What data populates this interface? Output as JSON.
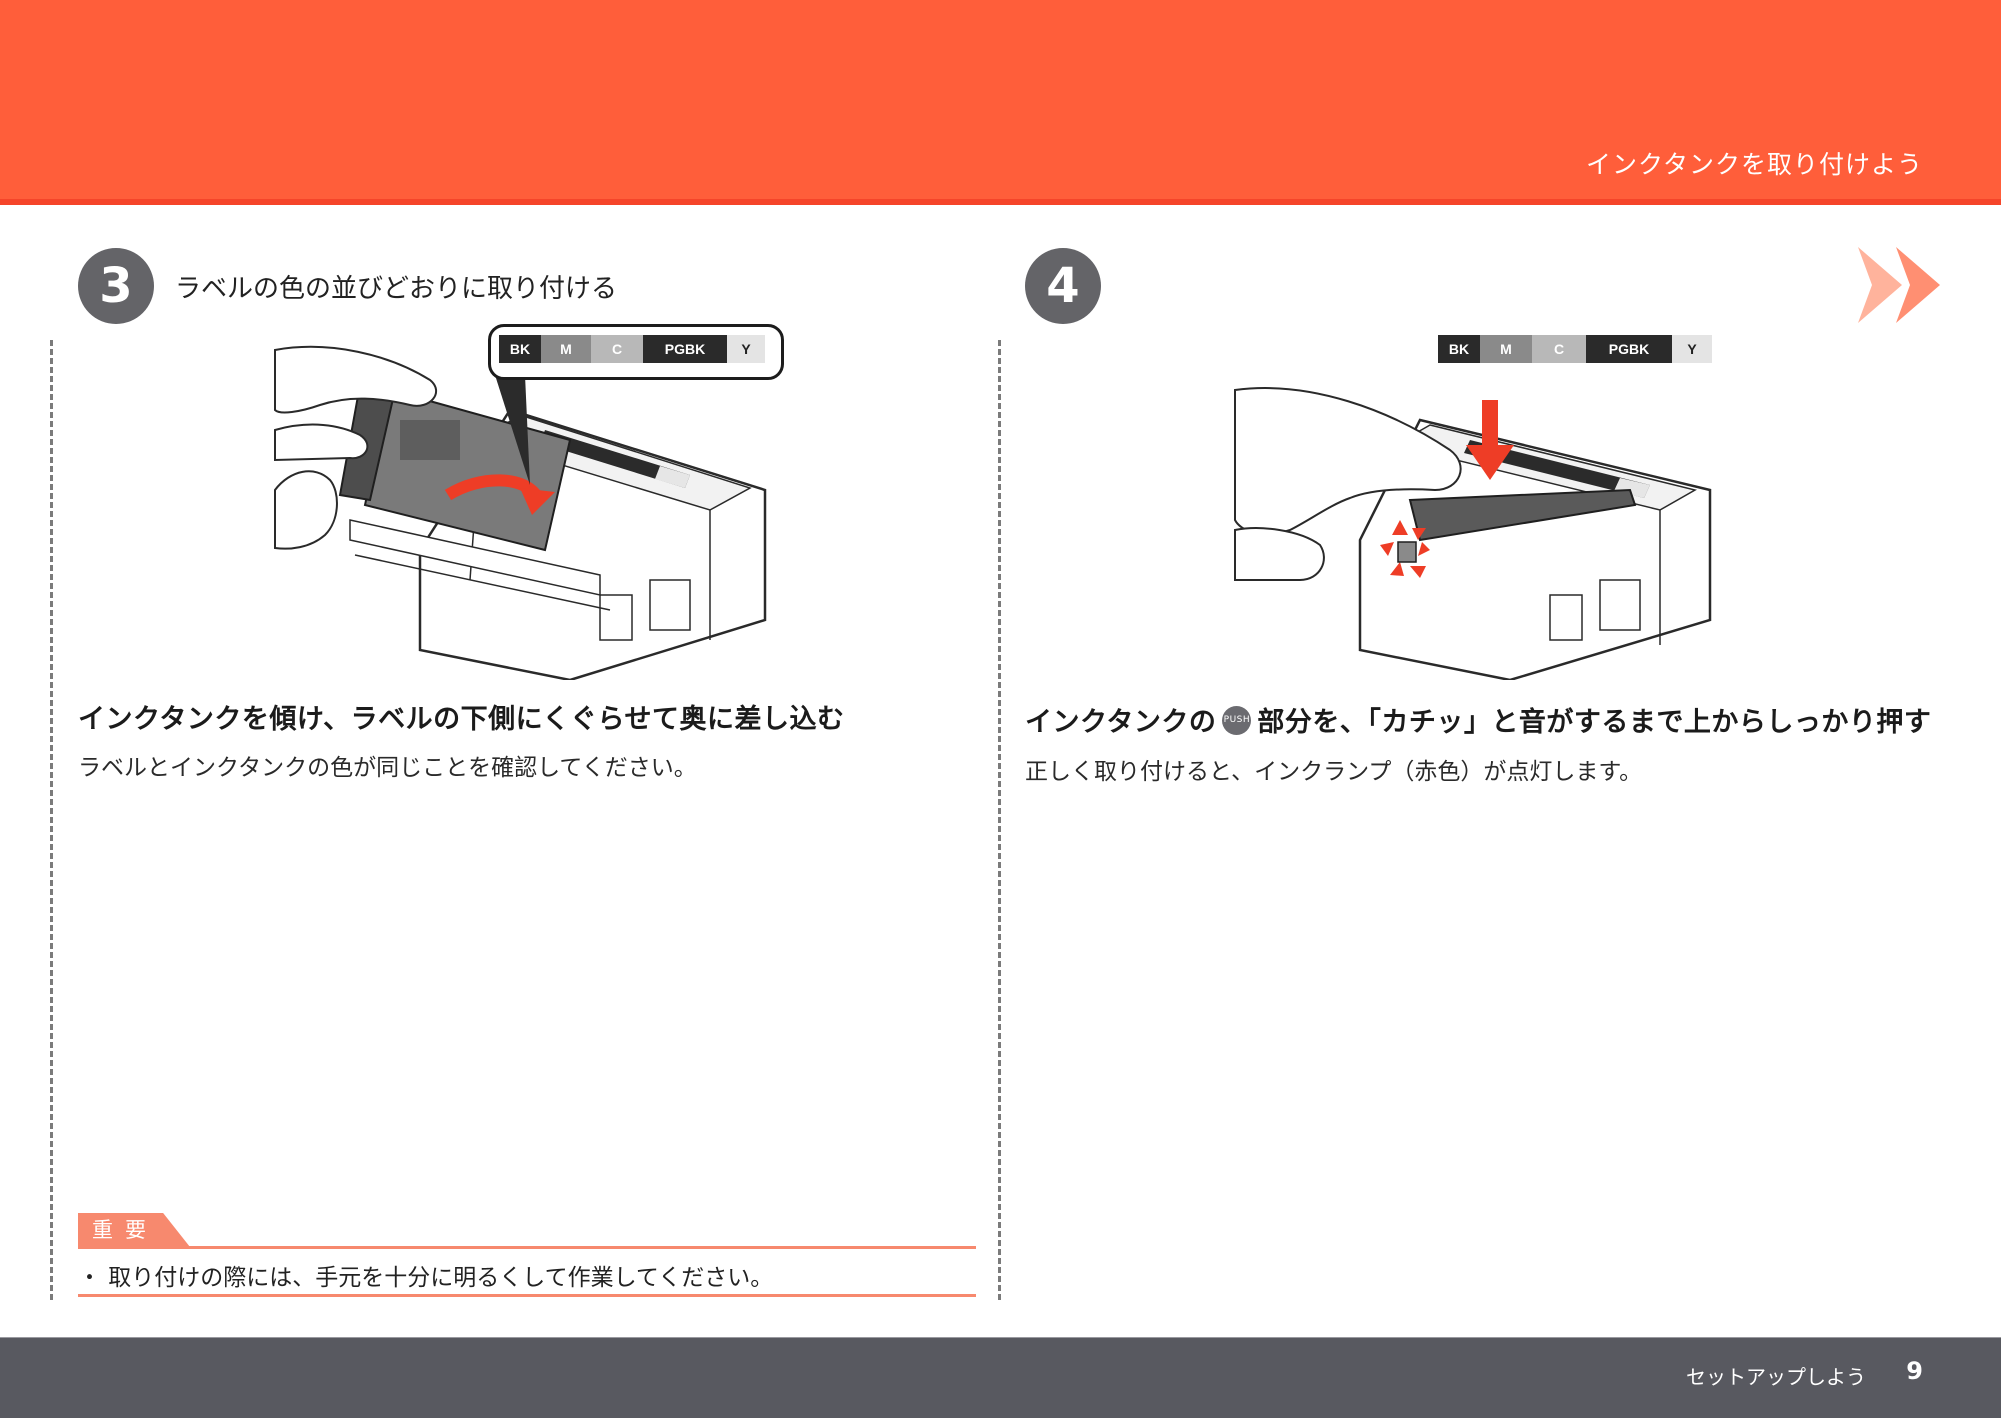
{
  "header": {
    "title": "インクタンクを取り付けよう"
  },
  "step3": {
    "number": "3",
    "title": "ラベルの色の並びどおりに取り付ける",
    "heading": "インクタンクを傾け、ラベルの下側にくぐらせて奥に差し込む",
    "body": "ラベルとインクタンクの色が同じことを確認してください。",
    "labels": [
      "BK",
      "M",
      "C",
      "PGBK",
      "Y"
    ]
  },
  "step4": {
    "number": "4",
    "heading_before": "インクタンクの",
    "push_badge": "PUSH",
    "heading_after": "部分を、「カチッ」と音がするまで上からしっかり押す",
    "body": "正しく取り付けると、インクランプ（赤色）が点灯します。",
    "labels": [
      "BK",
      "M",
      "C",
      "PGBK",
      "Y"
    ]
  },
  "important": {
    "tag": "重要",
    "text": "・ 取り付けの際には、手元を十分に明るくして作業してください。"
  },
  "footer": {
    "label": "セットアップしよう",
    "page": "9"
  },
  "colors": {
    "header": "#ff5e3a",
    "accent": "#f7896e",
    "footer": "#585960",
    "step_circle": "#646468"
  }
}
